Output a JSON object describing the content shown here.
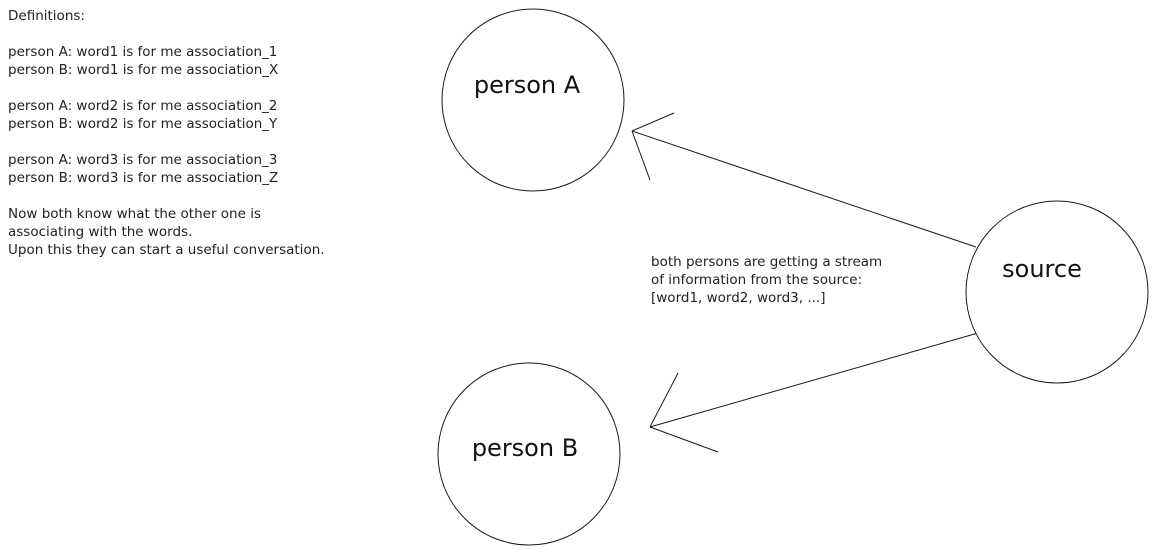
{
  "definitions_panel": {
    "title": "Definitions:",
    "word_pairs": [
      {
        "person_a": "person A: word1 is for me association_1",
        "person_b": "person B: word1 is for me association_X"
      },
      {
        "person_a": "person A: word2 is for me association_2",
        "person_b": "person B: word2 is for me association_Y"
      },
      {
        "person_a": "person A: word3 is for me association_3",
        "person_b": "person B: word3 is for me association_Z"
      }
    ],
    "conclusion_lines": [
      "Now both know what the other one is",
      "associating with the words.",
      "Upon this they can start a useful conversation."
    ]
  },
  "diagram": {
    "nodes": {
      "person_a": {
        "label": "person A"
      },
      "person_b": {
        "label": "person B"
      },
      "source": {
        "label": "source"
      }
    },
    "stream_note_lines": [
      "both persons are getting a stream",
      "of information from the source:",
      "[word1, word2, word3, ...]"
    ],
    "ink_color": "#1a1a1a",
    "background_color": "#ffffff"
  }
}
